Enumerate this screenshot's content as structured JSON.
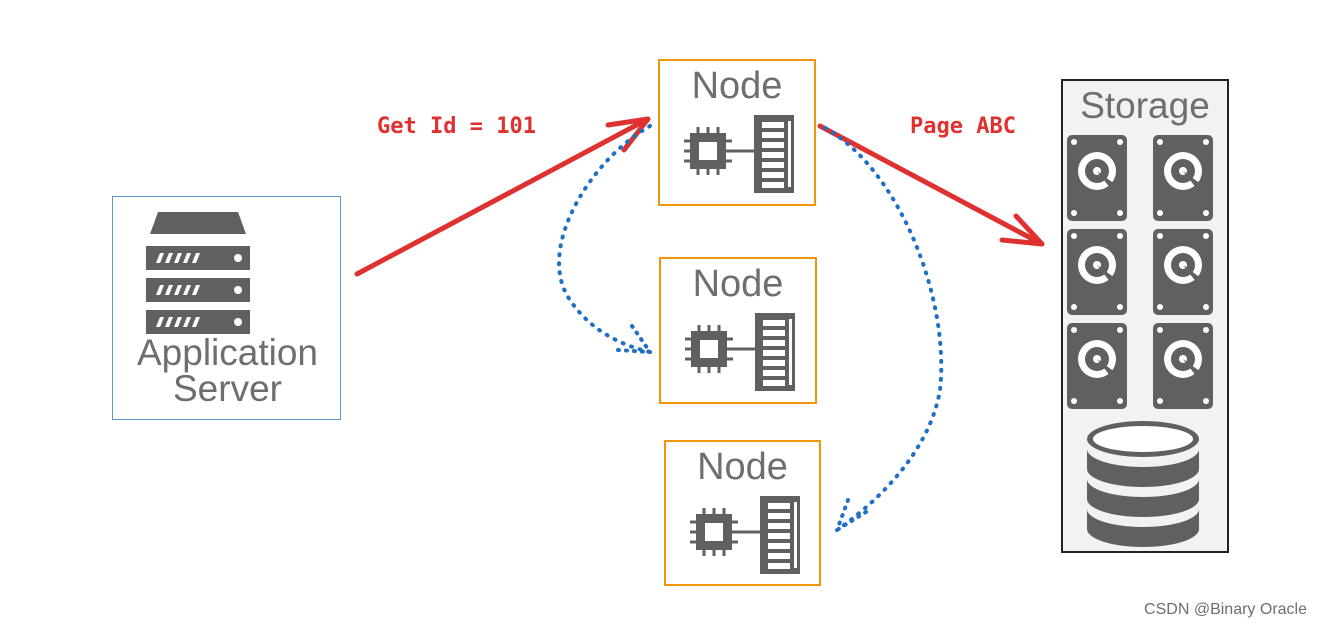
{
  "app_server": {
    "label": "Application\nServer",
    "icon": "server-rack-icon"
  },
  "nodes": [
    {
      "title": "Node",
      "icon": "cpu-memory-icon"
    },
    {
      "title": "Node",
      "icon": "cpu-memory-icon"
    },
    {
      "title": "Node",
      "icon": "cpu-memory-icon"
    }
  ],
  "storage": {
    "title": "Storage",
    "icons": [
      "hard-disk-icon",
      "database-icon"
    ]
  },
  "arrows": {
    "request_label": "Get Id = 101",
    "storage_label": "Page ABC"
  },
  "colors": {
    "request_arrow": "#e03131",
    "forward_arrow": "#1f6fc5",
    "node_border": "#f0960e",
    "server_border": "#5b9bd5",
    "icon_gray": "#5f6062"
  },
  "watermark": "CSDN @Binary Oracle"
}
